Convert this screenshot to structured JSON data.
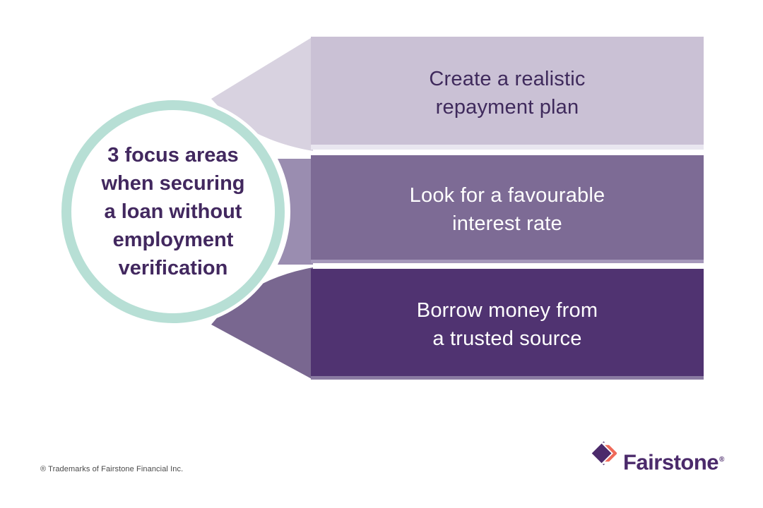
{
  "diagram": {
    "hub": {
      "title": "3 focus areas\nwhen securing\na loan without\nemployment\nverification",
      "ring_color": "#b7dfd5",
      "title_color": "#42285f"
    },
    "focus_areas": [
      {
        "label": "Create a realistic\nrepayment plan",
        "color": "#cac1d5",
        "text_color": "#3f2a5c"
      },
      {
        "label": "Look for a favourable\ninterest rate",
        "color": "#7d6b95",
        "text_color": "#ffffff"
      },
      {
        "label": "Borrow money from\na trusted source",
        "color": "#503371",
        "text_color": "#ffffff"
      }
    ]
  },
  "footer": {
    "trademark": "® Trademarks of Fairstone Financial Inc."
  },
  "logo": {
    "wordmark": "Fairstone",
    "registered_mark": "®",
    "purple": "#4b2a6b",
    "coral": "#ef6a5a"
  }
}
